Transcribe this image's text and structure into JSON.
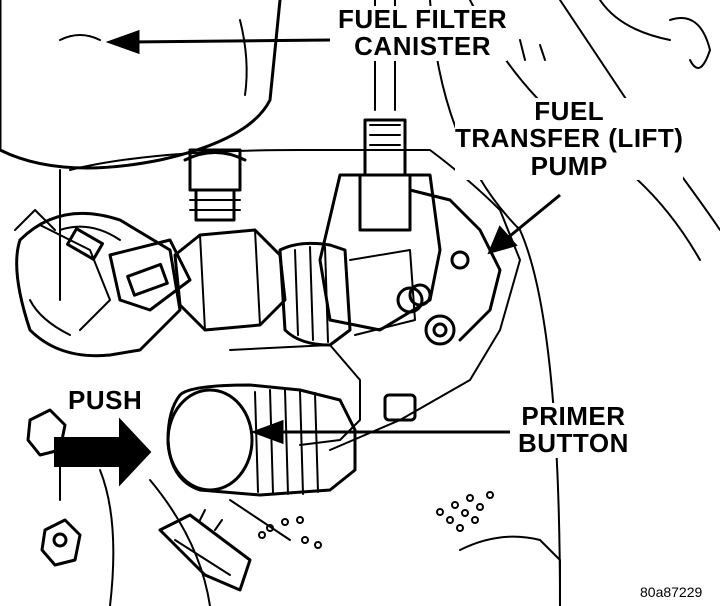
{
  "labels": {
    "fuel_filter_canister": {
      "line1": "FUEL FILTER",
      "line2": "CANISTER"
    },
    "fuel_transfer_pump": {
      "line1": "FUEL",
      "line2": "TRANSFER (LIFT)",
      "line3": "PUMP"
    },
    "push": "PUSH",
    "primer_button": {
      "line1": "PRIMER",
      "line2": "BUTTON"
    }
  },
  "figure_code": "80a87229",
  "colors": {
    "ink": "#000000",
    "paper": "#ffffff"
  }
}
